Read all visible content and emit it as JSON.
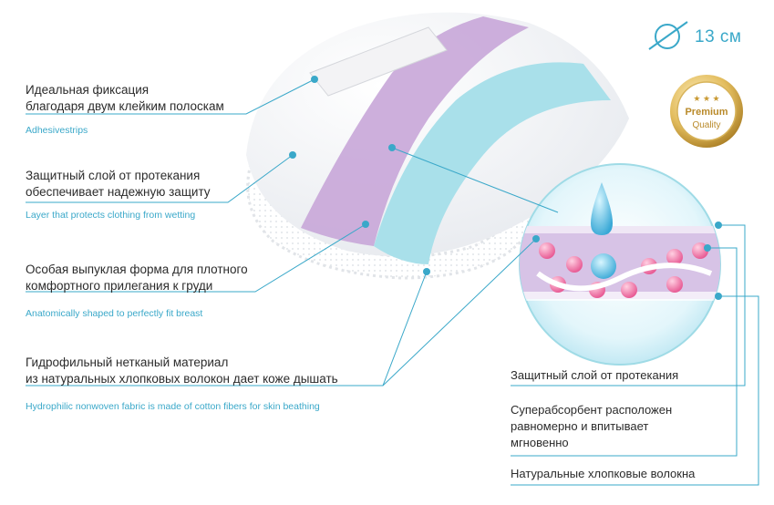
{
  "size": {
    "text": "13 см"
  },
  "badge": {
    "title": "Premium",
    "subtitle": "Quality",
    "stars": "★ ★ ★"
  },
  "features": [
    {
      "ru1": "Идеальная фиксация",
      "ru2": "благодаря двум клейким полоскам",
      "en": "Adhesivestrips"
    },
    {
      "ru1": "Защитный слой от протекания",
      "ru2": "обеспечивает надежную защиту",
      "en": "Layer that protects clothing from wetting"
    },
    {
      "ru1": "Особая выпуклая форма для плотного",
      "ru2": "комфортного прилегания к груди",
      "en": "Anatomically shaped to perfectly fit breast"
    },
    {
      "ru1": "Гидрофильный нетканый материал",
      "ru2": "из натуральных хлопковых волокон дает коже дышать",
      "en": "Hydrophilic nonwoven fabric is made of cotton fibers for skin beathing"
    }
  ],
  "layers": [
    {
      "line1": "Защитный слой от протекания"
    },
    {
      "line1": "Суперабсорбент  расположен",
      "line2": "равномерно и впитывает",
      "line3": "мгновенно"
    },
    {
      "line1": "Натуральные хлопковые волокна"
    }
  ],
  "colors": {
    "accent": "#3aa8c9",
    "purple": "#c8a6d8",
    "blue": "#9fdbe6",
    "gold": "#c9a243",
    "pink": "#f07aa8"
  }
}
